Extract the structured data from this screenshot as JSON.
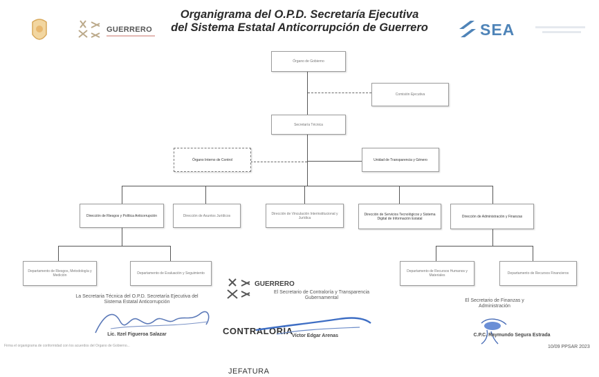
{
  "header": {
    "title_line1": "Organigrama del O.P.D. Secretaría Ejecutiva",
    "title_line2": "del Sistema Estatal Anticorrupción de Guerrero",
    "guerrero_logo_text": "GUERRERO",
    "sea_logo_text": "SEA"
  },
  "org": {
    "top": "Órgano de Gobierno",
    "comision": "Comisión Ejecutiva",
    "secretaria": "Secretaría Técnica",
    "organo_interno": "Órgano Interno de Control",
    "unidad_transparencia": "Unidad de Transparencia y Género",
    "direcciones": [
      "Dirección de Riesgos y Política Anticorrupción",
      "Dirección de Asuntos Jurídicos",
      "Dirección de Vinculación Interinstitucional y Jurídica",
      "Dirección de Servicios Tecnológicos y Sistema Digital de Información Estatal",
      "Dirección de Administración y Finanzas"
    ],
    "departamentos_riesgos": [
      "Departamento de Riesgos, Metodología y Medición",
      "Departamento de Evaluación y Seguimiento"
    ],
    "departamentos_admin": [
      "Departamento de Recursos Humanos y Materiales",
      "Departamento de Recursos Financieros"
    ]
  },
  "signatures": {
    "left_role": "La Secretaria Técnica del O.P.D. Secretaría Ejecutiva del Sistema Estatal Anticorrupción",
    "left_name": "Lic. Itzel Figueroa Salazar",
    "middle_role": "El Secretario de Contraloría y Transparencia Gubernamental",
    "middle_name": "Víctor Edgar Arenas",
    "right_role": "El Secretario de Finanzas y Administración",
    "right_name": "C.P.C. Raymundo Segura Estrada",
    "stamp_top": "GUERRERO",
    "stamp_main": "CONTRALORÍA",
    "stamp_bottom": "JEFATURA"
  },
  "footer": {
    "note": "Firma el organigrama de conformidad con los acuerdos del Órgano de Gobierno...",
    "code": "10/09 PPSAR 2023"
  }
}
